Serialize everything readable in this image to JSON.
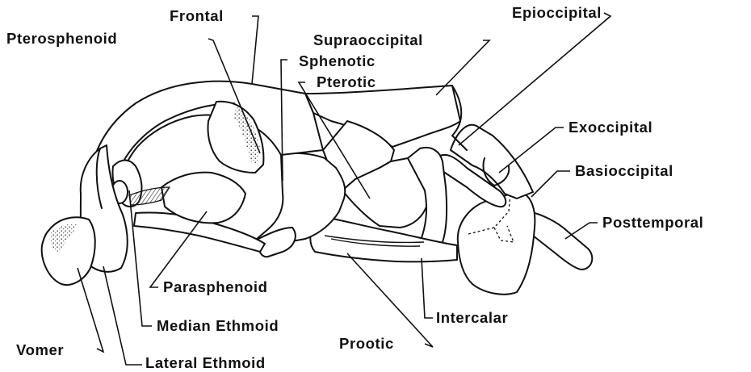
{
  "labels": {
    "frontal": "Frontal",
    "epioccipital": "Epioccipital",
    "pterosphenoid": "Pterosphenoid",
    "supraoccipital": "Supraoccipital",
    "sphenotic": "Sphenotic",
    "pterotic": "Pterotic",
    "exoccipital": "Exoccipital",
    "basioccipital": "Basioccipital",
    "posttemporal": "Posttemporal",
    "parasphenoid": "Parasphenoid",
    "median_ethmoid": "Median Ethmoid",
    "intercalar": "Intercalar",
    "prootic": "Prootic",
    "vomer": "Vomer",
    "lateral_ethmoid": "Lateral Ethmoid"
  }
}
